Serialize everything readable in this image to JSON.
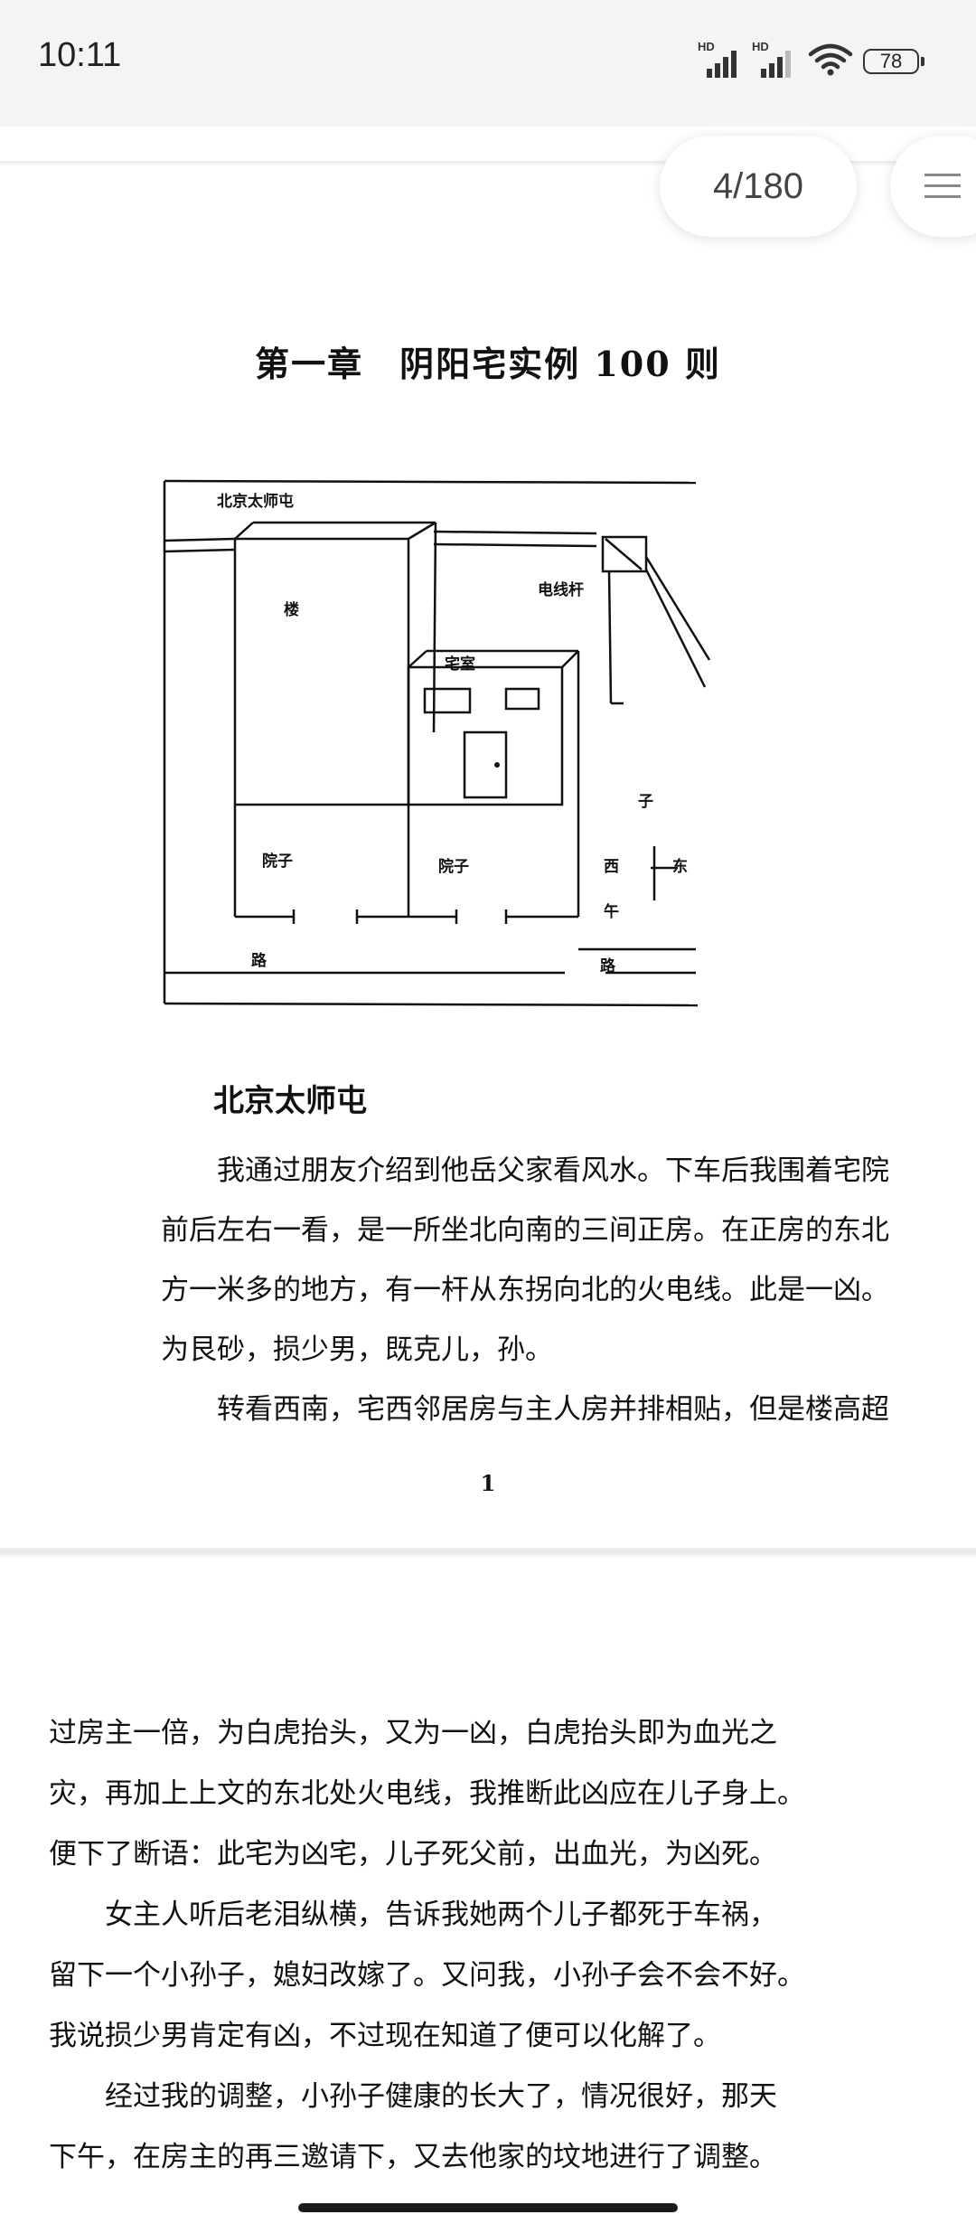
{
  "status_bar": {
    "time": "10:11",
    "sim1_label": "HD",
    "sim2_label": "HD",
    "battery": "78"
  },
  "reader": {
    "page_indicator": "4/180",
    "menu_icon": "hamburger-menu-icon"
  },
  "page1": {
    "chapter_title": "第一章　阴阳宅实例 100 则",
    "diagram_labels": {
      "title": "北京太师屯",
      "building": "楼",
      "power_line": "电线杆",
      "house": "宅室",
      "yard_left": "院子",
      "yard_right": "院子",
      "west": "西",
      "east": "东",
      "north": "子",
      "south": "午",
      "road_left": "路",
      "road_right": "路"
    },
    "section_title": "北京太师屯",
    "lines": [
      "我通过朋友介绍到他岳父家看风水。下车后我围着宅院",
      "前后左右一看，是一所坐北向南的三间正房。在正房的东北",
      "方一米多的地方，有一杆从东拐向北的火电线。此是一凶。",
      "为艮砂，损少男，既克儿，孙。",
      "转看西南，宅西邻居房与主人房并排相贴，但是楼高超"
    ],
    "page_number": "1"
  },
  "page2": {
    "lines": [
      "过房主一倍，为白虎抬头，又为一凶，白虎抬头即为血光之",
      "灾，再加上上文的东北处火电线，我推断此凶应在儿子身上。",
      "便下了断语：此宅为凶宅，儿子死父前，出血光，为凶死。",
      "女主人听后老泪纵横，告诉我她两个儿子都死于车祸，",
      "留下一个小孙子，媳妇改嫁了。又问我，小孙子会不会不好。",
      "我说损少男肯定有凶，不过现在知道了便可以化解了。",
      "经过我的调整，小孙子健康的长大了，情况很好，那天",
      "下午，在房主的再三邀请下，又去他家的坟地进行了调整。"
    ]
  },
  "colors": {
    "status_bg": "#f4f4f4",
    "page_bg": "#ffffff",
    "text": "#111111"
  }
}
